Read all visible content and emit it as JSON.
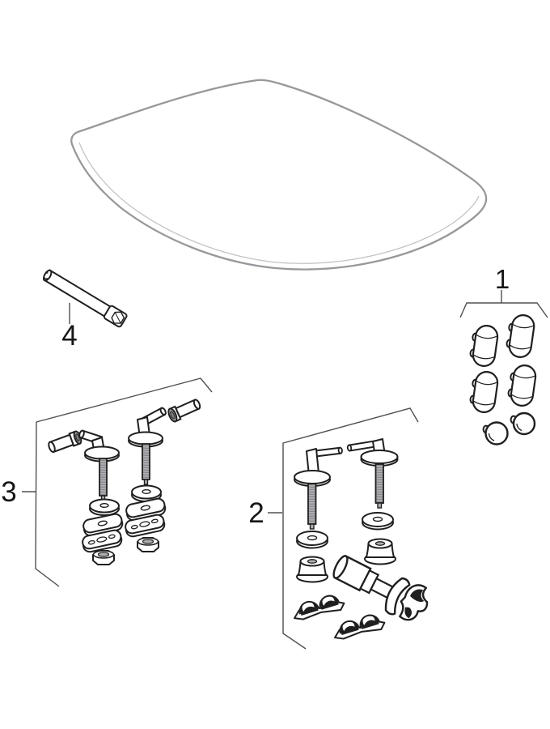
{
  "figure": {
    "kind": "spare-parts-exploded-diagram",
    "subject": "toilet-seat-with-fastening-hardware",
    "colors": {
      "background": "#ffffff",
      "seat_outline": "#98989c",
      "seat_inner_line": "#c3c3c7",
      "part_line": "#1f1f1f",
      "bracket_line": "#505054",
      "thread_fill": "#b0b0b4",
      "label_color": "#161616"
    },
    "callouts": [
      {
        "label": "1",
        "part": "buffer-set"
      },
      {
        "label": "2",
        "part": "fastening-set-with-expansion-anchor"
      },
      {
        "label": "3",
        "part": "fastening-set-with-hinge-bolts"
      },
      {
        "label": "4",
        "part": "hinge-spindle"
      }
    ]
  }
}
